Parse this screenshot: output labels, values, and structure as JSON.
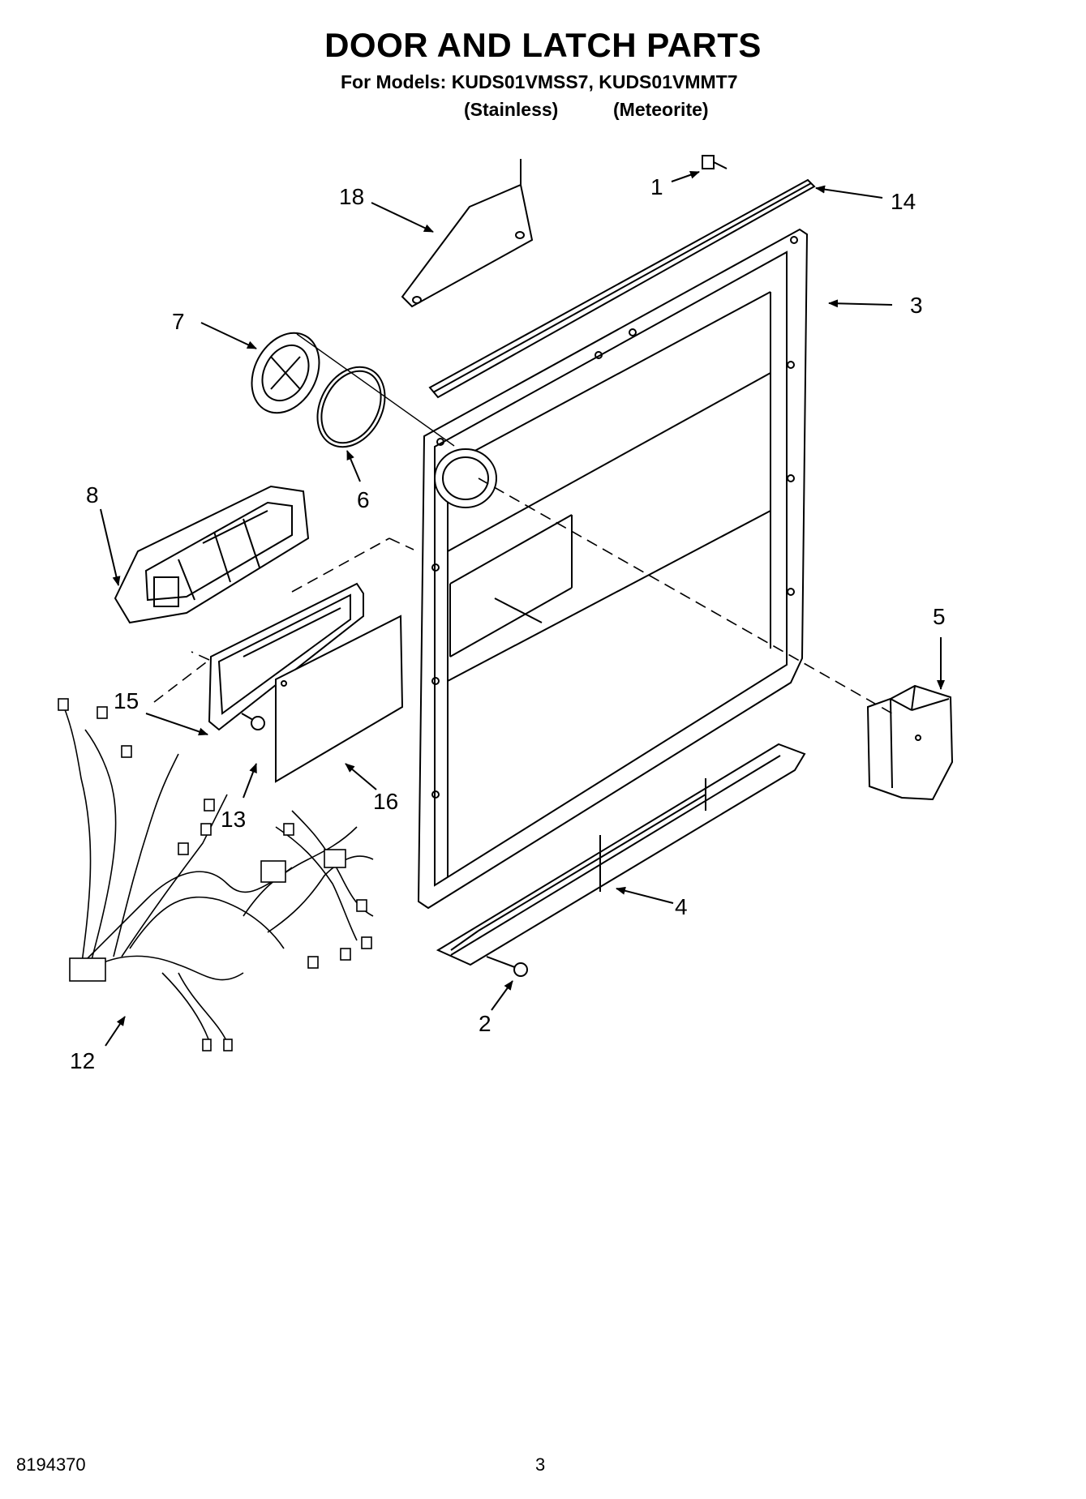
{
  "header": {
    "title": "DOOR AND LATCH PARTS",
    "models_line": "For Models: KUDS01VMSS7, KUDS01VMMT7",
    "variant_1": "(Stainless)",
    "variant_2": "(Meteorite)"
  },
  "callouts": {
    "c1": "1",
    "c2": "2",
    "c3": "3",
    "c4": "4",
    "c5": "5",
    "c6": "6",
    "c7": "7",
    "c8": "8",
    "c12": "12",
    "c13": "13",
    "c14": "14",
    "c15": "15",
    "c16": "16",
    "c18": "18"
  },
  "footer": {
    "doc_number": "8194370",
    "page_number": "3"
  }
}
